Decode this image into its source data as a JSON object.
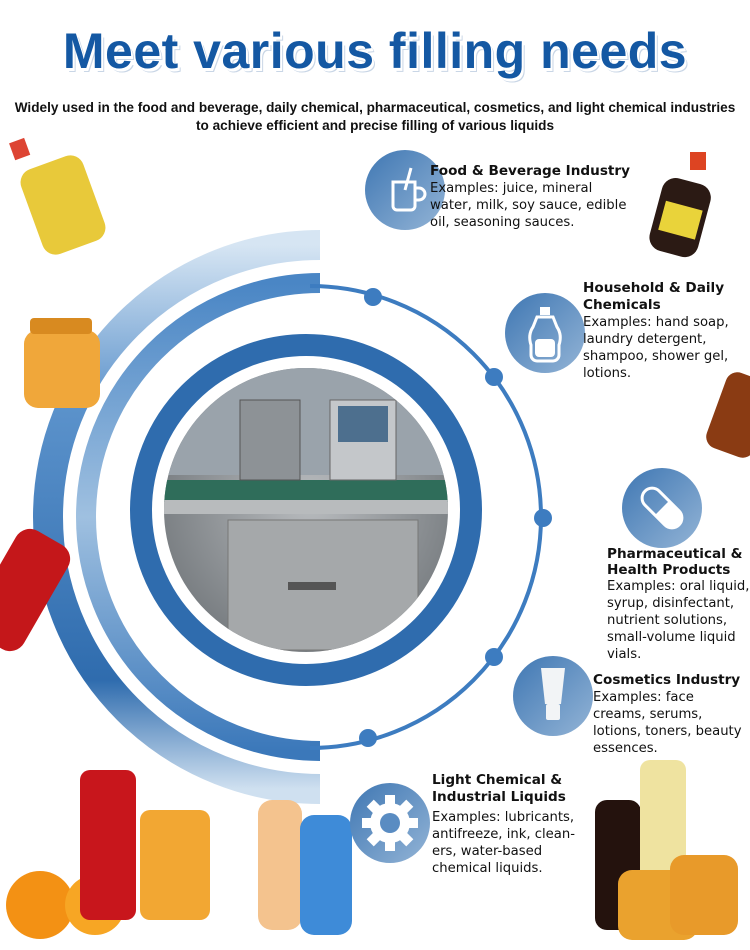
{
  "title": "Meet various filling needs",
  "subtitle": "Widely used in the food and beverage, daily chemical, pharmaceutical, cosmetics, and light chemical industries to achieve efficient and precise filling of various liquids",
  "industries": [
    {
      "icon": "cup-icon",
      "heading": "Food & Beverage Industry",
      "body": "Examples: juice, mineral water, milk, soy sauce, edible oil, seasoning sauces."
    },
    {
      "icon": "detergent-bottle-icon",
      "heading": "Household & Daily Chemicals",
      "body": "Examples: hand soap, laundry detergent, shampoo, shower gel, lotions."
    },
    {
      "icon": "capsule-icon",
      "heading": "Pharmaceutical & Health Products",
      "body": "Examples: oral liquid, syrup, disinfectant, nutrient solutions, small-volume liquid vials."
    },
    {
      "icon": "cosmetic-tube-icon",
      "heading": "Cosmetics Industry",
      "body": "Examples: face creams, serums, lotions, toners, beauty essences."
    },
    {
      "icon": "gear-icon",
      "heading": "Light Chemical & Industrial Liquids",
      "body": "Examples: lubricants, antifreeze, ink, clean-ers, water-based chemical liquids."
    }
  ],
  "colors": {
    "title": "#1458a3",
    "ring_dark": "#2f6cae",
    "ring_mid": "#4a86c5",
    "ring_light": "#d2e2f1"
  }
}
